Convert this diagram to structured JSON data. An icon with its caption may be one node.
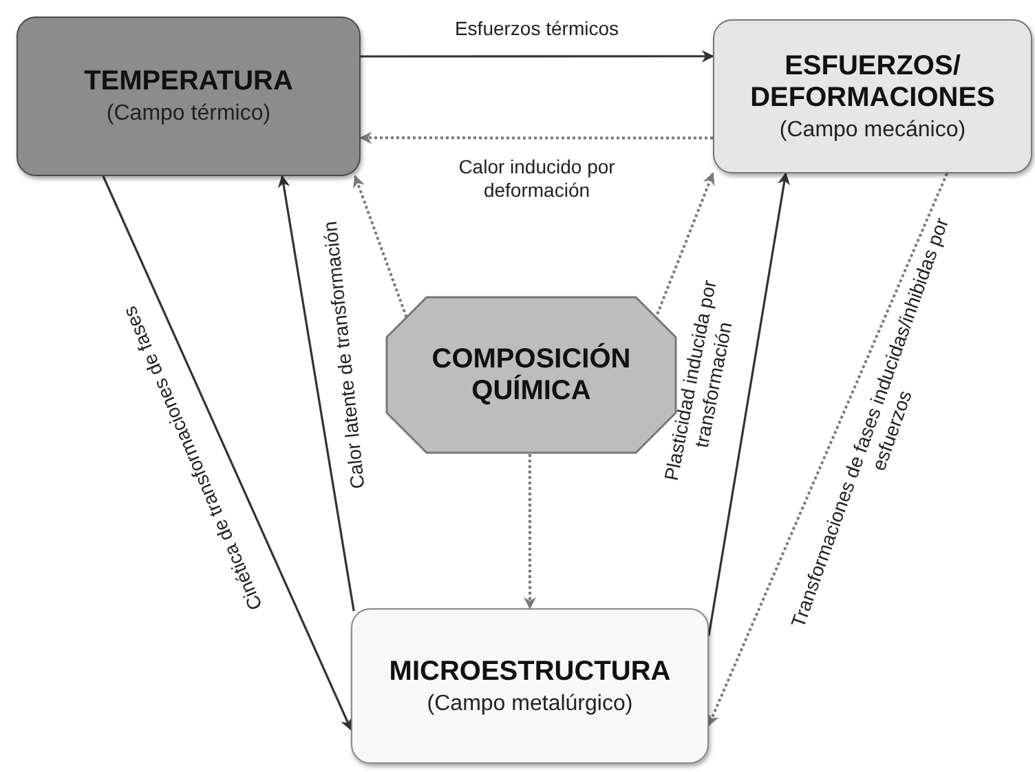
{
  "diagram": {
    "nodes": [
      {
        "text": [
          "TEMPERATURA",
          "(Campo térmico)"
        ]
      },
      {
        "text": [
          "ESFUERZOS/ DEFORMACIONES",
          "(Campo mecánico)"
        ]
      },
      {
        "text": [
          "COMPOSICIÓN QUÍMICA"
        ]
      },
      {
        "text": [
          "MICROESTRUCTURA",
          "(Campo metalúrgico)"
        ]
      }
    ],
    "edges": [
      {
        "from": 0,
        "to": 1,
        "arrow": "to",
        "label": "Esfuerzos térmicos"
      },
      {
        "from": 1,
        "to": 0,
        "arrow": "to",
        "label": "Calor inducido por deformación",
        "style": "dashed"
      },
      {
        "from": 0,
        "to": 3,
        "arrow": "to",
        "label": "Cinética de transformaciones de fases"
      },
      {
        "from": 3,
        "to": 0,
        "arrow": "to",
        "label": "Calor latente de transformación"
      },
      {
        "from": 2,
        "to": 0,
        "arrow": "to",
        "style": "dashed"
      },
      {
        "from": 2,
        "to": 1,
        "arrow": "to",
        "style": "dashed"
      },
      {
        "from": 2,
        "to": 3,
        "arrow": "to",
        "style": "dashed"
      },
      {
        "from": 3,
        "to": 1,
        "arrow": "to",
        "label": "Plasticidad inducida por transformación"
      },
      {
        "from": 1,
        "to": 3,
        "arrow": "to",
        "label": "Transformaciones de fases inducidas/inhibidas por esfuerzos",
        "style": "dashed"
      }
    ]
  }
}
